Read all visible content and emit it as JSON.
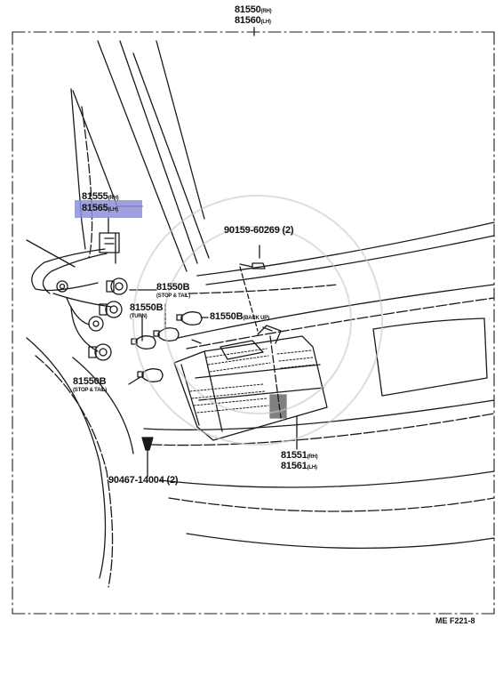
{
  "colors": {
    "ink": "#1a1a1a",
    "highlight": "#8d8fd9",
    "background": "#ffffff"
  },
  "labels": {
    "top_rh_num": "81550",
    "top_rh_sfx": "(RH)",
    "top_lh_num": "81560",
    "top_lh_sfx": "(LH)",
    "socket_rh_num": "81555",
    "socket_rh_sfx": "(RH)",
    "socket_lh_num": "81565",
    "socket_lh_sfx": "(LH)",
    "bulb_stop_tail_top_num": "81550B",
    "bulb_stop_tail_top_note": "(STOP & TAIL)",
    "bulb_turn_num": "81550B",
    "bulb_turn_note": "(TURN)",
    "bulb_backup_num": "81550B",
    "bulb_backup_sfx": "(BACK UP)",
    "bulb_stop_tail_bottom_num": "81550B",
    "bulb_stop_tail_bottom_note": "(STOP & TAIL)",
    "screw_num": "90159-60269",
    "screw_qty": "(2)",
    "lens_rh_num": "81551",
    "lens_rh_sfx": "(RH)",
    "lens_lh_num": "81561",
    "lens_lh_sfx": "(LH)",
    "clip_num": "90467-14004",
    "clip_qty": "(2)",
    "figure_ref": "ME F221-8"
  }
}
